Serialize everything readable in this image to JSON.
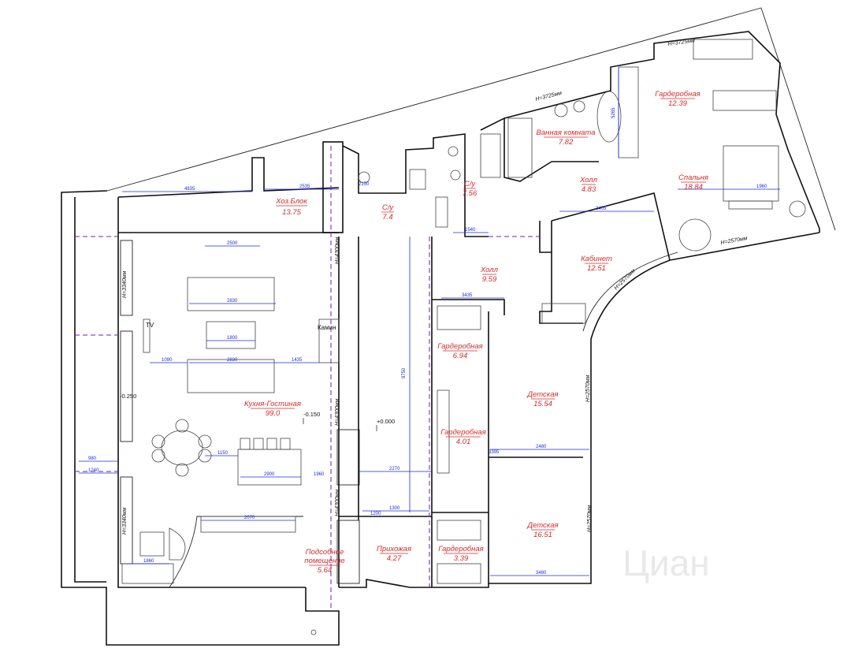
{
  "rooms": [
    {
      "name": "Хоз.Блок",
      "area": "13.75"
    },
    {
      "name": "С/у",
      "area": "7.4"
    },
    {
      "name": "С/у",
      "area": "7.56"
    },
    {
      "name": "Ванная комната",
      "area": "7.82"
    },
    {
      "name": "Гардеробная",
      "area": "12.39"
    },
    {
      "name": "Холл",
      "area": "4.83"
    },
    {
      "name": "Спальня",
      "area": "18.84"
    },
    {
      "name": "Кабинет",
      "area": "12.51"
    },
    {
      "name": "Холл",
      "area": "9.59"
    },
    {
      "name": "Гардеробная",
      "area": "6.94"
    },
    {
      "name": "Детская",
      "area": "15.54"
    },
    {
      "name": "Гардеробная",
      "area": "4.01"
    },
    {
      "name": "Детская",
      "area": "16.51"
    },
    {
      "name": "Гардеробная",
      "area": "3.39"
    },
    {
      "name": "Прихожая",
      "area": "4.27"
    },
    {
      "name": "Подсобное",
      "area": "помещение"
    },
    {
      "name": "Кухня-Гостиная",
      "area": "99.0"
    }
  ],
  "extra_area": "5.64",
  "fireplace_label": "Камин",
  "tv_label": "TV",
  "levels": [
    "-0.150",
    "+0.000",
    "-0.250"
  ],
  "heights": [
    "H=3725мм",
    "H=3725мм",
    "H=2570мм",
    "H=2570мм",
    "H=2570мм",
    "H=2570мм",
    "H=3340мм",
    "H=3340мм",
    "H=4300мм",
    "H=4300мм",
    "H=4300мм"
  ],
  "dimensions": [
    "4835",
    "2535",
    "2500",
    "2830",
    "1800",
    "2830",
    "1090",
    "1435",
    "1150",
    "2900",
    "1960",
    "2270",
    "1300",
    "1200",
    "2070",
    "1540",
    "3435",
    "3405",
    "2480",
    "3480",
    "9750",
    "1860",
    "980",
    "1240",
    "1960",
    "3395",
    "5265",
    "2150"
  ],
  "watermark": "Циан"
}
